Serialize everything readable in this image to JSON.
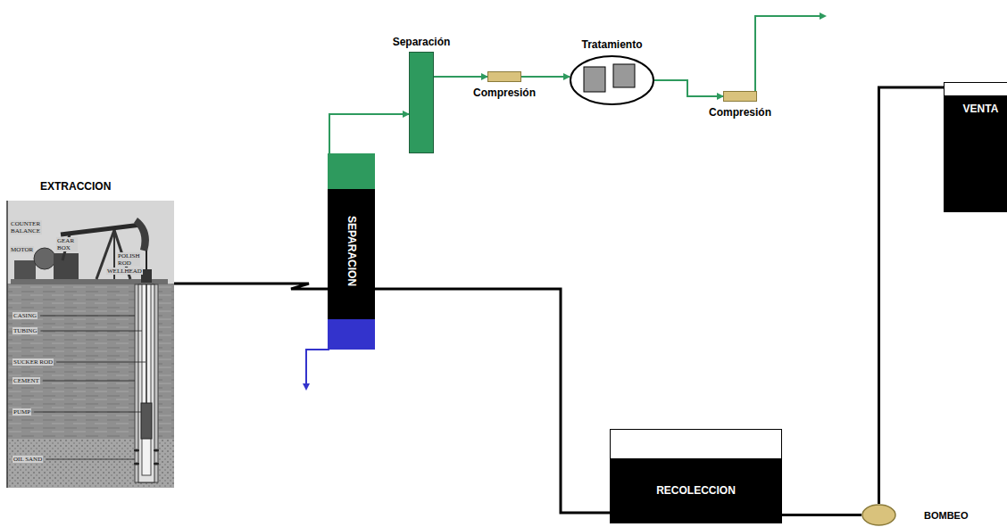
{
  "diagram": {
    "nodes": [
      {
        "text": [
          "EXTRACCION"
        ]
      },
      {
        "text": [
          "SEPARACION"
        ]
      },
      {
        "text": [
          "Separación"
        ]
      },
      {
        "text": [
          "Compresión"
        ]
      },
      {
        "text": [
          "Tratamiento"
        ]
      },
      {
        "text": [
          "Compresión"
        ]
      },
      {
        "text": [
          "RECOLECCION"
        ]
      },
      {
        "text": [
          "BOMBEO"
        ]
      },
      {
        "text": [
          "VENTA"
        ]
      }
    ],
    "edges": [
      {
        "from": 0,
        "to": 1,
        "arrow": "none"
      },
      {
        "from": 1,
        "to": 2,
        "arrow": "to"
      },
      {
        "from": 2,
        "to": 3,
        "arrow": "to"
      },
      {
        "from": 3,
        "to": 4,
        "arrow": "to"
      },
      {
        "from": 4,
        "to": 5,
        "arrow": "to"
      },
      {
        "from": 1,
        "to": 6,
        "arrow": "none"
      },
      {
        "from": 6,
        "to": 7,
        "arrow": "none"
      },
      {
        "from": 7,
        "to": 8,
        "arrow": "none"
      }
    ],
    "labels": [
      "COUNTER BALANCE",
      "MOTOR",
      "GEAR BOX",
      "POLISH ROD",
      "WELLHEAD",
      "CASING",
      "TUBING",
      "SUCKER ROD",
      "CEMENT",
      "PUMP",
      "OIL SAND"
    ]
  }
}
